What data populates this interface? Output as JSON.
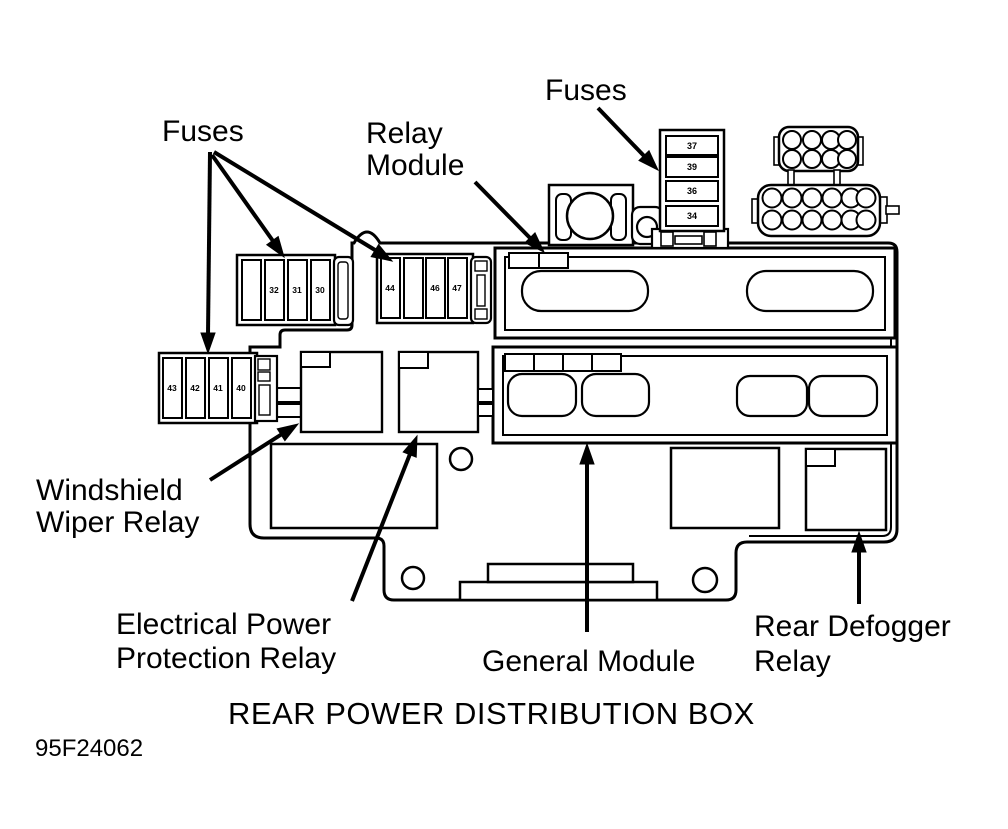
{
  "title": "REAR POWER DISTRIBUTION BOX",
  "figure_code": "95F24062",
  "labels": {
    "fuses_left": "Fuses",
    "fuses_top": "Fuses",
    "relay_module": [
      "Relay",
      "Module"
    ],
    "windshield_wiper_relay": [
      "Windshield",
      "Wiper Relay"
    ],
    "epp_relay": [
      "Electrical Power",
      "Protection Relay"
    ],
    "general_module": "General Module",
    "rear_defogger_relay": [
      "Rear Defogger",
      "Relay"
    ]
  },
  "fuse_numbers": {
    "vertical_stack": [
      "37",
      "39",
      "36",
      "34"
    ],
    "upper_left_group": [
      "",
      "32",
      "31",
      "30"
    ],
    "relay_module_group": [
      "44",
      "",
      "46",
      "47"
    ],
    "lower_left_group": [
      "43",
      "42",
      "41",
      "40"
    ]
  },
  "colors": {
    "ink": "#000000",
    "paper": "#ffffff"
  }
}
